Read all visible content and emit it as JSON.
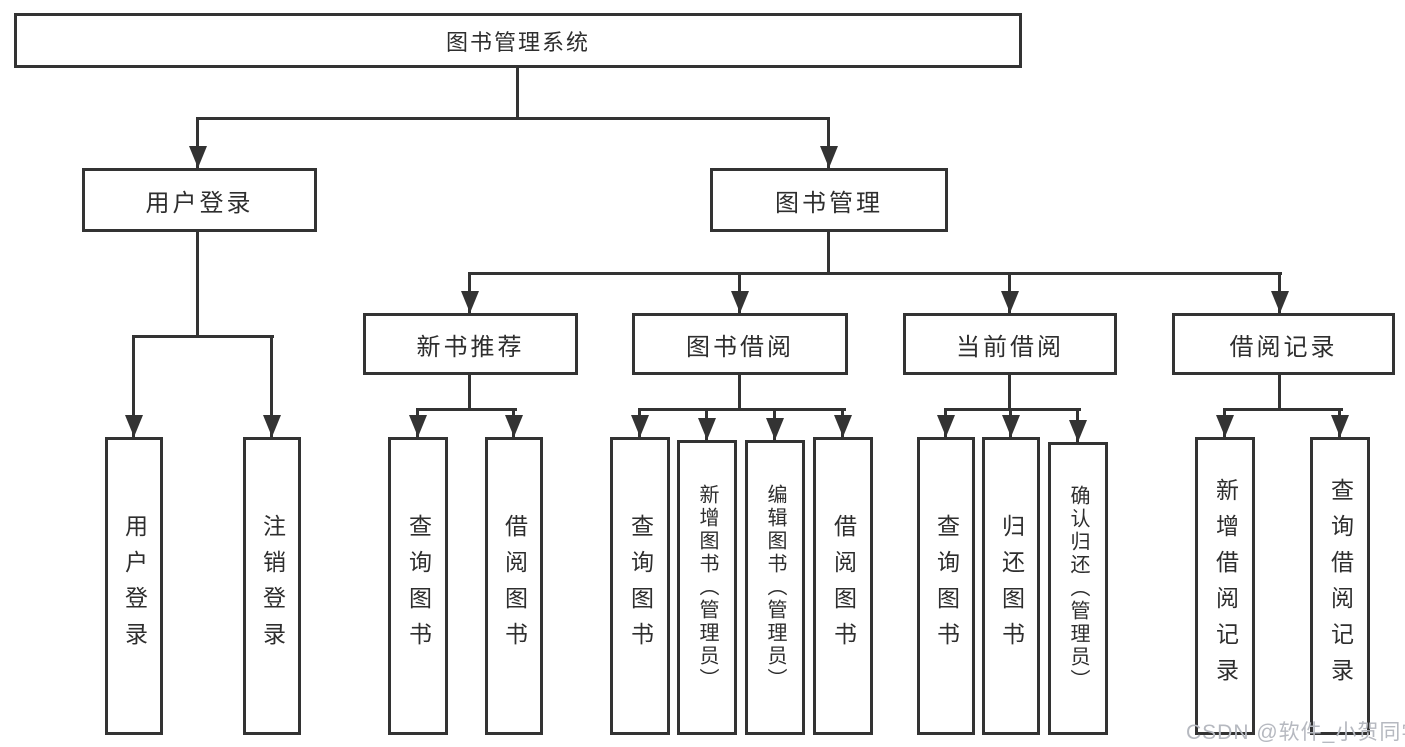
{
  "diagram": {
    "type": "hierarchy-tree",
    "title": "图书管理系统",
    "tree": {
      "label": "图书管理系统",
      "children": [
        {
          "label": "用户登录",
          "children": [
            {
              "label": "用户登录"
            },
            {
              "label": "注销登录"
            }
          ]
        },
        {
          "label": "图书管理",
          "children": [
            {
              "label": "新书推荐",
              "children": [
                {
                  "label": "查询图书"
                },
                {
                  "label": "借阅图书"
                }
              ]
            },
            {
              "label": "图书借阅",
              "children": [
                {
                  "label": "查询图书"
                },
                {
                  "label": "新增图书（管理员）"
                },
                {
                  "label": "编辑图书（管理员）"
                },
                {
                  "label": "借阅图书"
                }
              ]
            },
            {
              "label": "当前借阅",
              "children": [
                {
                  "label": "查询图书"
                },
                {
                  "label": "归还图书"
                },
                {
                  "label": "确认归还（管理员）"
                }
              ]
            },
            {
              "label": "借阅记录",
              "children": [
                {
                  "label": "新增借阅记录"
                },
                {
                  "label": "查询借阅记录"
                }
              ]
            }
          ]
        }
      ]
    }
  },
  "watermark": {
    "text": "CSDN @软件_小贺同学",
    "color": "#b6b9c0"
  },
  "colors": {
    "line": "#333333",
    "border": "#333333",
    "text": "#2e2e2e",
    "box_background": "#ffffff",
    "page_background": "#ffffff"
  }
}
